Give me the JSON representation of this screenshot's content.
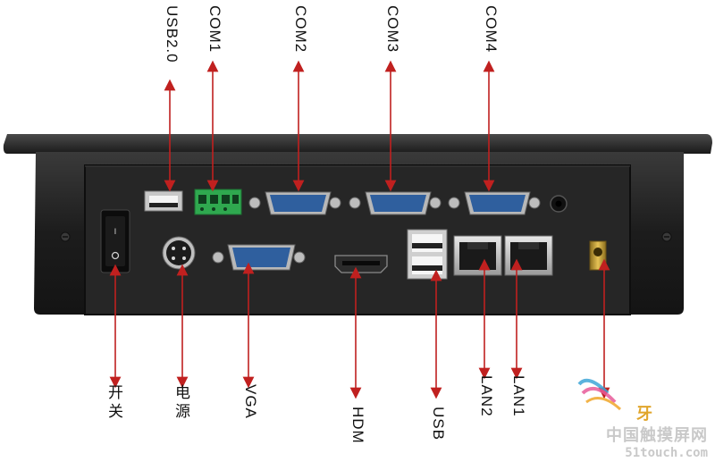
{
  "labels_top": {
    "usb20": "USB2.0",
    "com1": "COM1",
    "com2": "COM2",
    "com3": "COM3",
    "com4": "COM4"
  },
  "labels_bottom": {
    "switch": "开关",
    "power": "电源",
    "vga": "VGA",
    "hdmi": "HDM",
    "usb": "USB",
    "lan2": "LAN2",
    "lan1": "LAN1"
  },
  "watermark": {
    "brand_glyph": "牙",
    "site_name": "中国触摸屏网",
    "url": "51touch.com"
  },
  "colors": {
    "arrow": "#c0201f",
    "chassis": "#1d1d1d",
    "panel": "#2a2a2a",
    "db9_blue": "#2f5f9e",
    "terminal_green": "#2fa84f"
  }
}
